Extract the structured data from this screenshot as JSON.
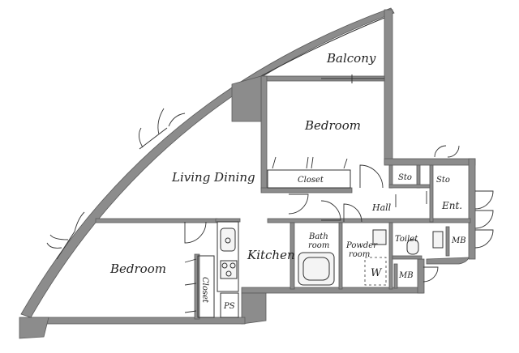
{
  "floor_plan": {
    "rooms": {
      "balcony": "Balcony",
      "bedroom_upper": "Bedroom",
      "bedroom_lower": "Bedroom",
      "living_dining": "Living Dining",
      "kitchen": "Kitchen",
      "closet_upper": "Closet",
      "closet_lower": "Closet",
      "sto_1": "Sto",
      "sto_2": "Sto",
      "entrance": "Ent.",
      "hall": "Hall",
      "bath_line1": "Bath",
      "bath_line2": "room",
      "powder_line1": "Powder",
      "powder_line2": "room",
      "washer": "W",
      "toilet": "Toilet",
      "mb_1": "MB",
      "mb_2": "MB",
      "ps": "PS"
    },
    "colors": {
      "wall": "#8c8c8c",
      "line": "#333333",
      "background": "#ffffff"
    }
  }
}
